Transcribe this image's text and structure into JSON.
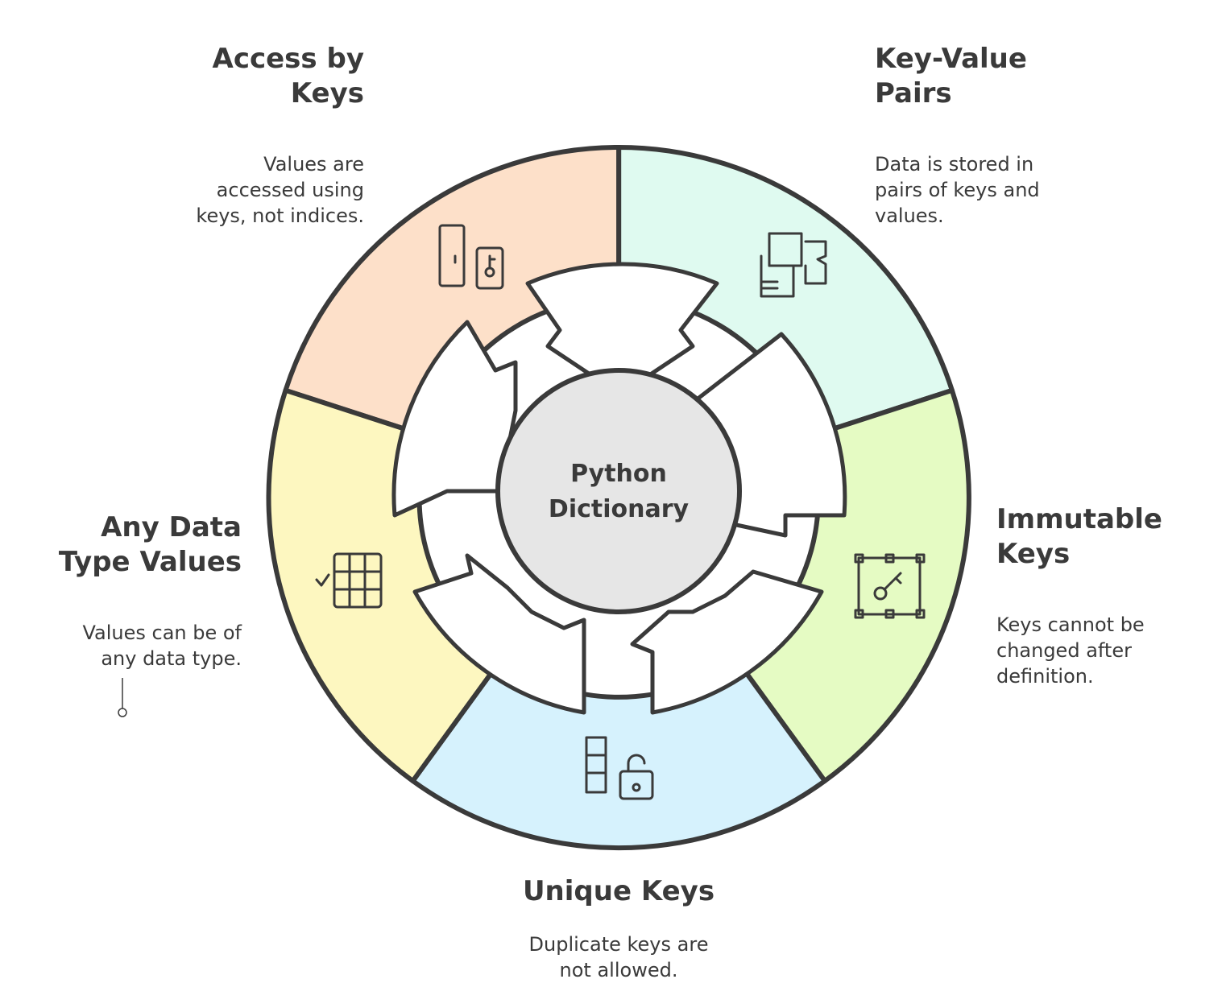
{
  "center": {
    "line1": "Python",
    "line2": "Dictionary"
  },
  "segments": [
    {
      "id": "access-by-keys",
      "title_line1": "Access by",
      "title_line2": "Keys",
      "description": "Values are accessed using keys, not indices.",
      "desc_line1": "Values are",
      "desc_line2": "accessed using",
      "desc_line3": "keys, not indices.",
      "icon": "door-key-icon",
      "color": "#fde0c9"
    },
    {
      "id": "key-value-pairs",
      "title_line1": "Key-Value",
      "title_line2": "Pairs",
      "desc_line1": "Data is stored in",
      "desc_line2": "pairs of keys and",
      "desc_line3": "values.",
      "icon": "puzzle-pieces-icon",
      "color": "#dffaf0"
    },
    {
      "id": "immutable-keys",
      "title_line1": "Immutable",
      "title_line2": "Keys",
      "desc_line1": "Keys cannot be",
      "desc_line2": "changed after",
      "desc_line3": "definition.",
      "icon": "framed-key-icon",
      "color": "#e5fbc3"
    },
    {
      "id": "unique-keys",
      "title_line1": "Unique Keys",
      "desc_line1": "Duplicate keys are",
      "desc_line2": "not allowed.",
      "icon": "blocks-lock-icon",
      "color": "#d6f2fd"
    },
    {
      "id": "any-data-type-values",
      "title_line1": "Any Data",
      "title_line2": "Type Values",
      "desc_line1": "Values can be of",
      "desc_line2": "any data type.",
      "icon": "grid-check-icon",
      "color": "#fdf7c0"
    }
  ],
  "colors": {
    "outline": "#3a3a3a",
    "center_fill": "#e6e6e6",
    "arrow_fill": "#ffffff"
  }
}
